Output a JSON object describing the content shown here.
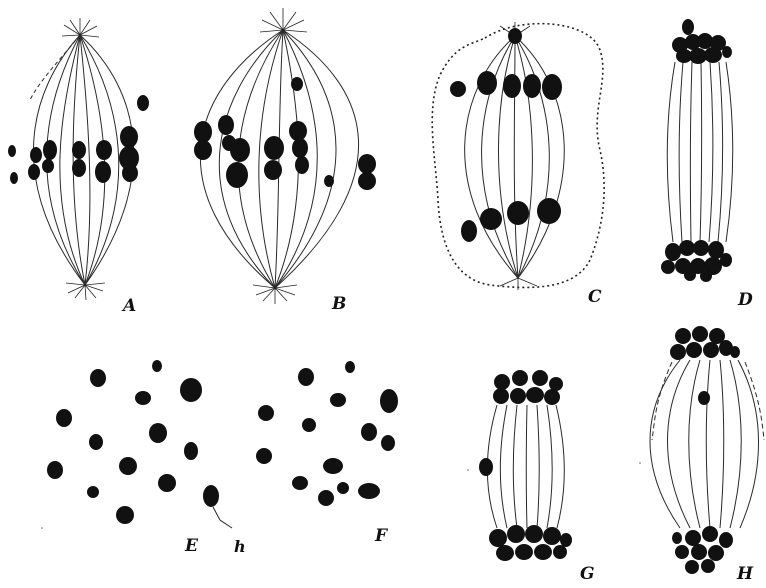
{
  "plate": {
    "label_a": "A",
    "label_b": "B",
    "label_c": "C",
    "label_d": "D",
    "label_e": "E",
    "label_h_lower": "h",
    "label_f": "F",
    "label_g": "G",
    "label_h_upper": "H"
  },
  "colors": {
    "ink": "#111111",
    "fiber": "#2a2a2a",
    "background": "#ffffff"
  }
}
